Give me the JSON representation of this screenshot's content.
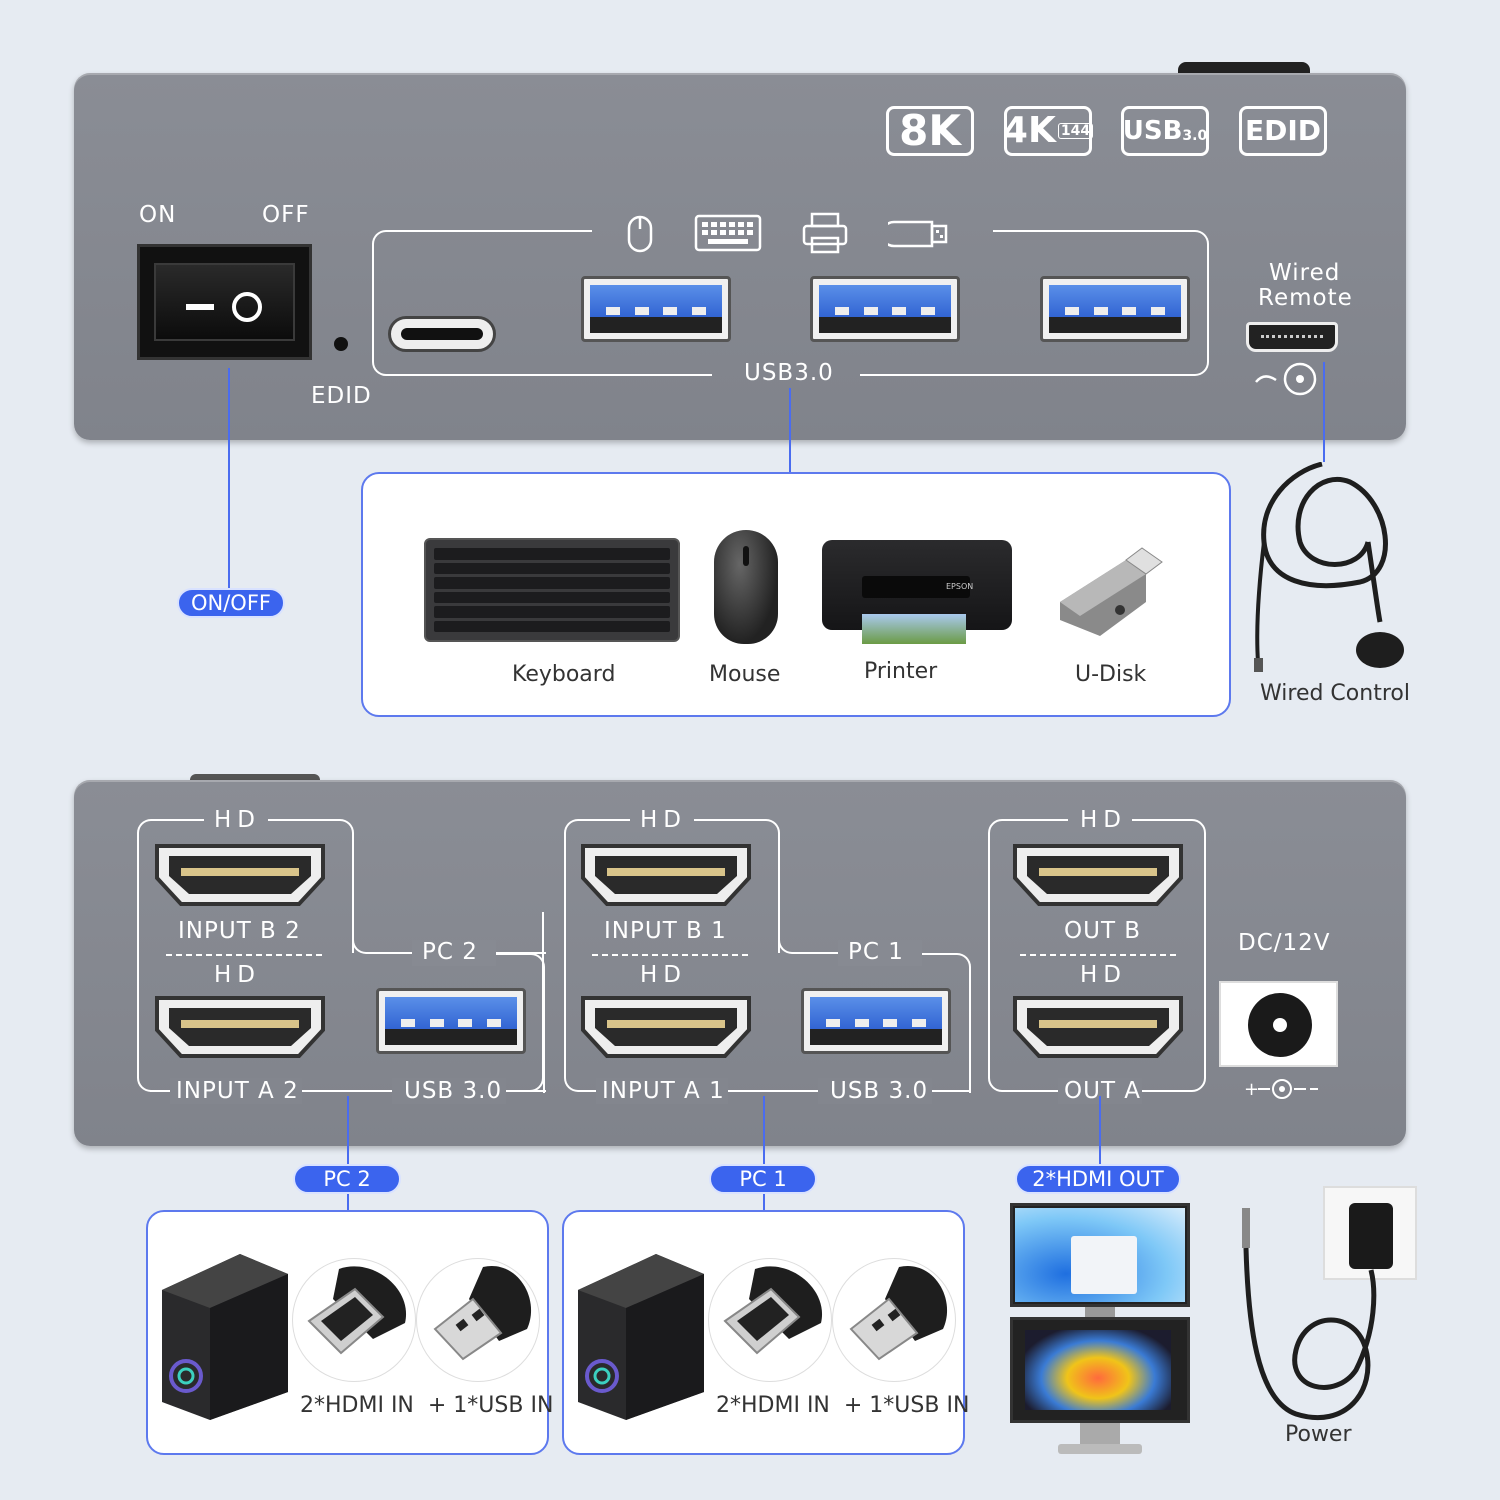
{
  "top_panel": {
    "switch_on": "ON",
    "switch_off": "OFF",
    "edid_label": "EDID",
    "usb_label": "USB3.0",
    "wired_remote_line1": "Wired",
    "wired_remote_line2": "Remote",
    "badges": {
      "b8k": "8K",
      "b4k": "4K",
      "b4k_sub": "144",
      "busb": "USB",
      "busb_sub": "3.0",
      "bedid": "EDID"
    }
  },
  "onoff_pill": "ON/OFF",
  "peripherals": {
    "keyboard": "Keyboard",
    "mouse": "Mouse",
    "printer": "Printer",
    "udisk": "U-Disk",
    "printer_brand": "EPSON"
  },
  "wired_control_label": "Wired Control",
  "bottom_panel": {
    "hd": "HD",
    "input_b2": "INPUT B 2",
    "input_a2": "INPUT A  2",
    "pc2": "PC 2",
    "usb30_left": "USB 3.0",
    "input_b1": "INPUT B 1",
    "input_a1": "INPUT A  1",
    "pc1": "PC 1",
    "usb30_mid": "USB 3.0",
    "out_b": "OUT B",
    "out_a": "OUT A",
    "dc": "DC/12V",
    "polarity": "+ -",
    "hd_list": [
      "HD",
      "HD",
      "HD",
      "HD",
      "HD",
      "HD"
    ]
  },
  "pills_bottom": {
    "pc2": "PC 2",
    "pc1": "PC 1",
    "hdmi_out": "2*HDMI OUT"
  },
  "pc_boxes": {
    "left_caption": "2*HDMI IN  + 1*USB IN",
    "right_caption": "2*HDMI IN  + 1*USB IN"
  },
  "power_label": "Power"
}
